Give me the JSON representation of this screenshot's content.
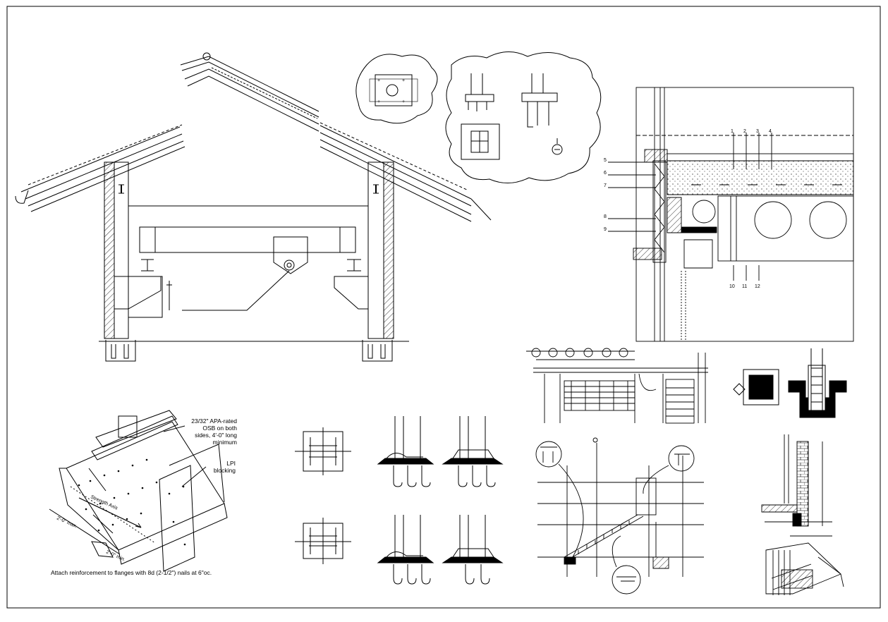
{
  "sheet": {
    "background": "#ffffff",
    "line_color": "#000000"
  },
  "osb_note": {
    "line1": "23/32\" APA-rated",
    "line2": "OSB on both",
    "line3": "sides, 4'-0\" long",
    "line4": "minimum"
  },
  "lpi_note": {
    "line1": "LPI",
    "line2": "blocking"
  },
  "beam_detail": {
    "strength_axis": "Strength Axis",
    "dim_max": "2'-0\" max.",
    "dim_min": "2'-0\" min.",
    "caption": "Attach reinforcement to flanges with 8d (2-1/2\") nails at 6\"oc."
  },
  "wall_section": {
    "callouts_top": [
      "1",
      "2",
      "3",
      "4"
    ],
    "callouts_left": [
      "5",
      "6",
      "7",
      "8",
      "9"
    ],
    "callouts_bottom": [
      "10",
      "11",
      "12"
    ]
  }
}
